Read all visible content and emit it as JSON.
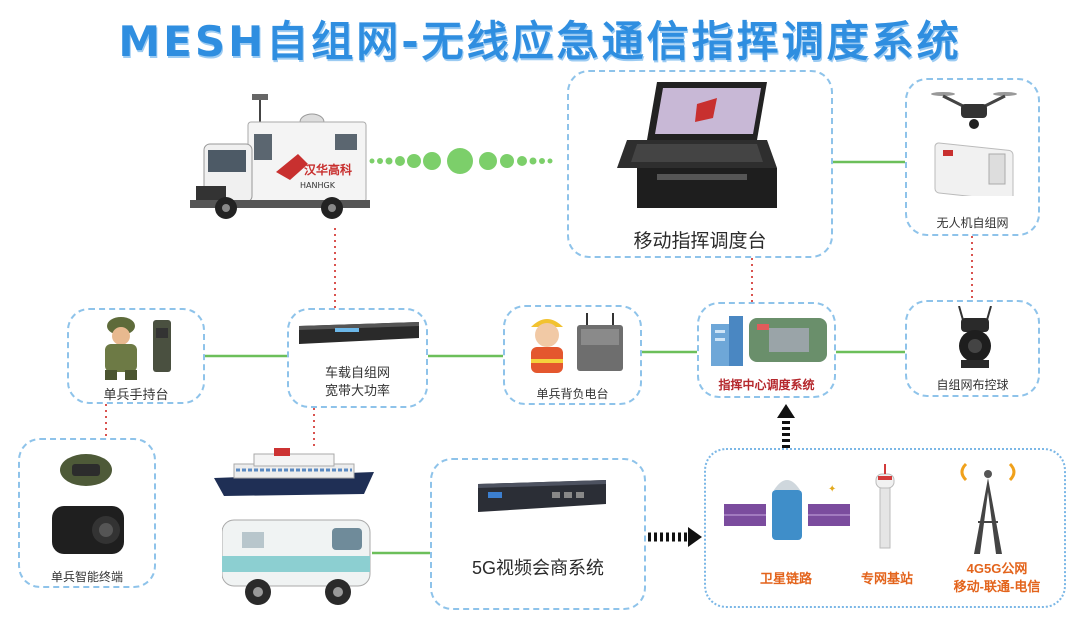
{
  "title": "MESH自组网-无线应急通信指挥调度系统",
  "nodes": {
    "console": "移动指挥调度台",
    "uav": "无人机自组网",
    "handheld": "单兵手持台",
    "vehicle_line1": "车载自组网",
    "vehicle_line2": "宽带大功率",
    "backpack": "单兵背负电台",
    "center": "指挥中心调度系统",
    "ball": "自组网布控球",
    "terminal": "单兵智能终端",
    "video": "5G视频会商系统",
    "satellite": "卫星链路",
    "private_station": "专网基站",
    "public_line1": "4G5G公网",
    "public_line2": "移动-联通-电信"
  },
  "truck_logo": "汉华高科",
  "truck_logo_sub": "HANHGK",
  "colors": {
    "title": "#2f8ee0",
    "dashed": "#8ec3ea",
    "green_link": "#6cbf5a",
    "red_link": "#d9534f",
    "orange": "#e3641c"
  }
}
